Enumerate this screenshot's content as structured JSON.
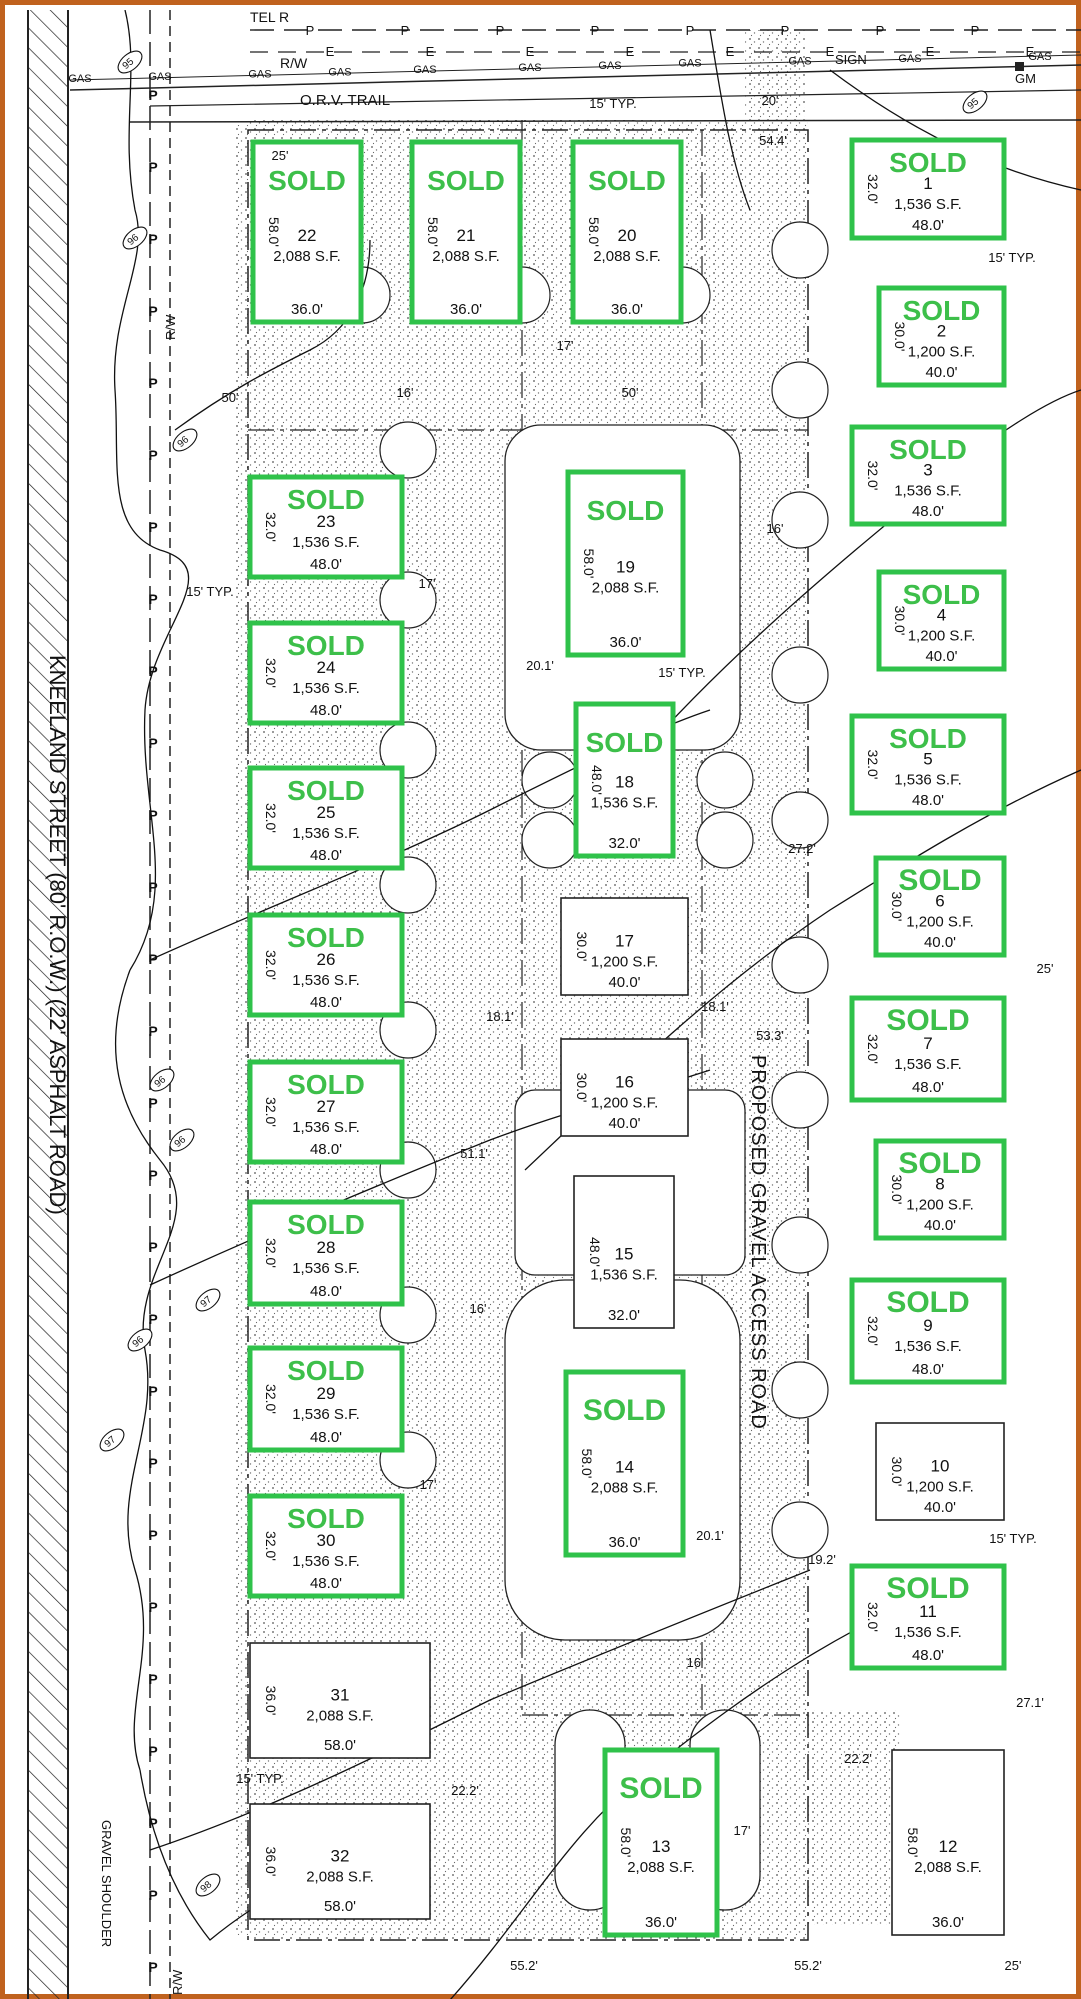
{
  "colors": {
    "frame": "#c0621e",
    "sold_green": "#2fc24a",
    "sold_text": "#3dbf4a",
    "gravel": "#d9d9d9",
    "ink": "#111111"
  },
  "sold_label": "SOLD",
  "labels": {
    "tel": "TEL R",
    "row": "R/W",
    "sign": "SIGN",
    "gm": "GM",
    "orv_trail": "O.R.V. TRAIL",
    "gas": "GAS",
    "street": "KNEELAND STREET (80' R.O.W.) (22' ASPHALT ROAD)",
    "shoulder": "GRAVEL SHOULDER",
    "access_road": "PROPOSED GRAVEL ACCESS ROAD",
    "p": "P",
    "e": "E"
  },
  "contours": [
    "95",
    "96",
    "96",
    "96",
    "96",
    "96",
    "97",
    "97",
    "98",
    "95"
  ],
  "dims": [
    "25'",
    "15' TYP.",
    "20'",
    "54.4'",
    "15' TYP.",
    "17'",
    "16'",
    "50'",
    "50'",
    "15' TYP.",
    "17'",
    "16'",
    "20.1'",
    "15' TYP.",
    "27.2'",
    "25'",
    "18.1'",
    "18.1'",
    "53.3'",
    "51.1'",
    "16'",
    "17'",
    "20.1'",
    "19.2'",
    "15' TYP.",
    "16'",
    "27.1'",
    "22.2'",
    "22.2'",
    "15' TYP.",
    "17'",
    "55.2'",
    "55.2'",
    "25'"
  ],
  "lots": [
    {
      "num": "1",
      "area": "1,536 S.F.",
      "w": "48.0'",
      "d": "32.0'",
      "sold": true
    },
    {
      "num": "2",
      "area": "1,200 S.F.",
      "w": "40.0'",
      "d": "30.0'",
      "sold": true
    },
    {
      "num": "3",
      "area": "1,536 S.F.",
      "w": "48.0'",
      "d": "32.0'",
      "sold": true
    },
    {
      "num": "4",
      "area": "1,200 S.F.",
      "w": "40.0'",
      "d": "30.0'",
      "sold": true
    },
    {
      "num": "5",
      "area": "1,536 S.F.",
      "w": "48.0'",
      "d": "32.0'",
      "sold": true
    },
    {
      "num": "6",
      "area": "1,200 S.F.",
      "w": "40.0'",
      "d": "30.0'",
      "sold": true
    },
    {
      "num": "7",
      "area": "1,536 S.F.",
      "w": "48.0'",
      "d": "32.0'",
      "sold": true
    },
    {
      "num": "8",
      "area": "1,200 S.F.",
      "w": "40.0'",
      "d": "30.0'",
      "sold": true
    },
    {
      "num": "9",
      "area": "1,536 S.F.",
      "w": "48.0'",
      "d": "32.0'",
      "sold": true
    },
    {
      "num": "10",
      "area": "1,200 S.F.",
      "w": "40.0'",
      "d": "30.0'",
      "sold": false
    },
    {
      "num": "11",
      "area": "1,536 S.F.",
      "w": "48.0'",
      "d": "32.0'",
      "sold": true
    },
    {
      "num": "12",
      "area": "2,088 S.F.",
      "w": "36.0'",
      "d": "58.0'",
      "sold": false
    },
    {
      "num": "13",
      "area": "2,088 S.F.",
      "w": "36.0'",
      "d": "58.0'",
      "sold": true
    },
    {
      "num": "14",
      "area": "2,088 S.F.",
      "w": "36.0'",
      "d": "58.0'",
      "sold": true
    },
    {
      "num": "15",
      "area": "1,536 S.F.",
      "w": "32.0'",
      "d": "48.0'",
      "sold": false
    },
    {
      "num": "16",
      "area": "1,200 S.F.",
      "w": "40.0'",
      "d": "30.0'",
      "sold": false
    },
    {
      "num": "17",
      "area": "1,200 S.F.",
      "w": "40.0'",
      "d": "30.0'",
      "sold": false
    },
    {
      "num": "18",
      "area": "1,536 S.F.",
      "w": "32.0'",
      "d": "48.0'",
      "sold": true
    },
    {
      "num": "19",
      "area": "2,088 S.F.",
      "w": "36.0'",
      "d": "58.0'",
      "sold": true
    },
    {
      "num": "20",
      "area": "2,088 S.F.",
      "w": "36.0'",
      "d": "58.0'",
      "sold": true
    },
    {
      "num": "21",
      "area": "2,088 S.F.",
      "w": "36.0'",
      "d": "58.0'",
      "sold": true
    },
    {
      "num": "22",
      "area": "2,088 S.F.",
      "w": "36.0'",
      "d": "58.0'",
      "sold": true
    },
    {
      "num": "23",
      "area": "1,536 S.F.",
      "w": "48.0'",
      "d": "32.0'",
      "sold": true
    },
    {
      "num": "24",
      "area": "1,536 S.F.",
      "w": "48.0'",
      "d": "32.0'",
      "sold": true
    },
    {
      "num": "25",
      "area": "1,536 S.F.",
      "w": "48.0'",
      "d": "32.0'",
      "sold": true
    },
    {
      "num": "26",
      "area": "1,536 S.F.",
      "w": "48.0'",
      "d": "32.0'",
      "sold": true
    },
    {
      "num": "27",
      "area": "1,536 S.F.",
      "w": "48.0'",
      "d": "32.0'",
      "sold": true
    },
    {
      "num": "28",
      "area": "1,536 S.F.",
      "w": "48.0'",
      "d": "32.0'",
      "sold": true
    },
    {
      "num": "29",
      "area": "1,536 S.F.",
      "w": "48.0'",
      "d": "32.0'",
      "sold": true
    },
    {
      "num": "30",
      "area": "1,536 S.F.",
      "w": "48.0'",
      "d": "32.0'",
      "sold": true
    },
    {
      "num": "31",
      "area": "2,088 S.F.",
      "w": "58.0'",
      "d": "36.0'",
      "sold": false
    },
    {
      "num": "32",
      "area": "2,088 S.F.",
      "w": "58.0'",
      "d": "36.0'",
      "sold": false
    }
  ]
}
